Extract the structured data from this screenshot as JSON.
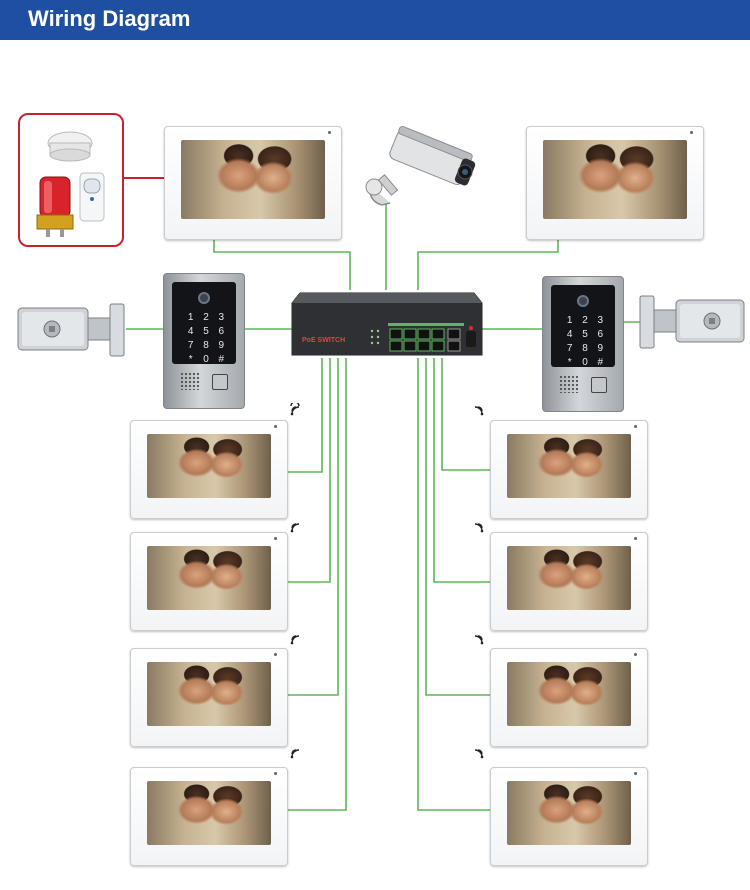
{
  "header": {
    "title": "Wiring Diagram",
    "background_color": "#1f4fa0"
  },
  "switch": {
    "brand_label": "PoE SWITCH"
  },
  "outdoor_keypad": {
    "keys": [
      "1",
      "2",
      "3",
      "4",
      "5",
      "6",
      "7",
      "8",
      "9",
      "*",
      "0",
      "#"
    ]
  },
  "colors": {
    "wire": "#5cb85c",
    "alarm_frame": "#c8232c"
  },
  "devices": {
    "top_monitors": 2,
    "left_column_monitors": 4,
    "right_column_monitors": 4,
    "outdoor_stations": 2,
    "electric_locks": 2,
    "ip_cameras": 1,
    "alarm_sensors": [
      "smoke-detector-icon",
      "siren-icon",
      "pir-sensor-icon"
    ]
  }
}
